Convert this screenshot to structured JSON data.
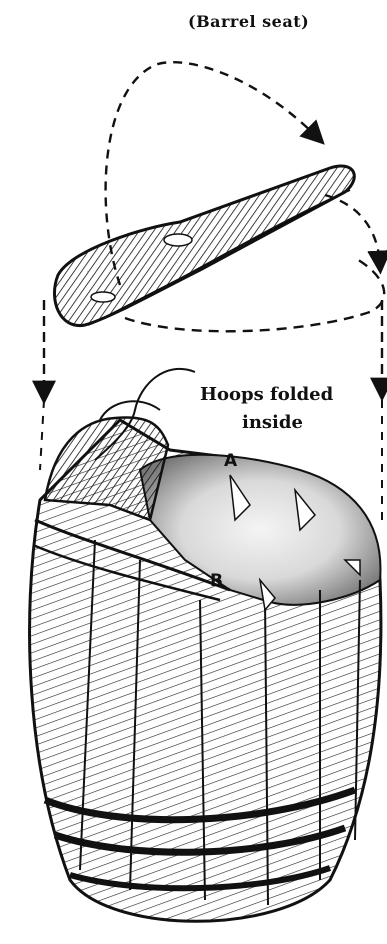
{
  "caption": "(Barrel seat)",
  "hoops_label_line1": "Hoops folded",
  "hoops_label_line2": "inside",
  "label_a": "A",
  "label_b": "B",
  "colors": {
    "ink": "#111111",
    "paper": "#ffffff",
    "wood_fill": "#e8e8e8"
  }
}
